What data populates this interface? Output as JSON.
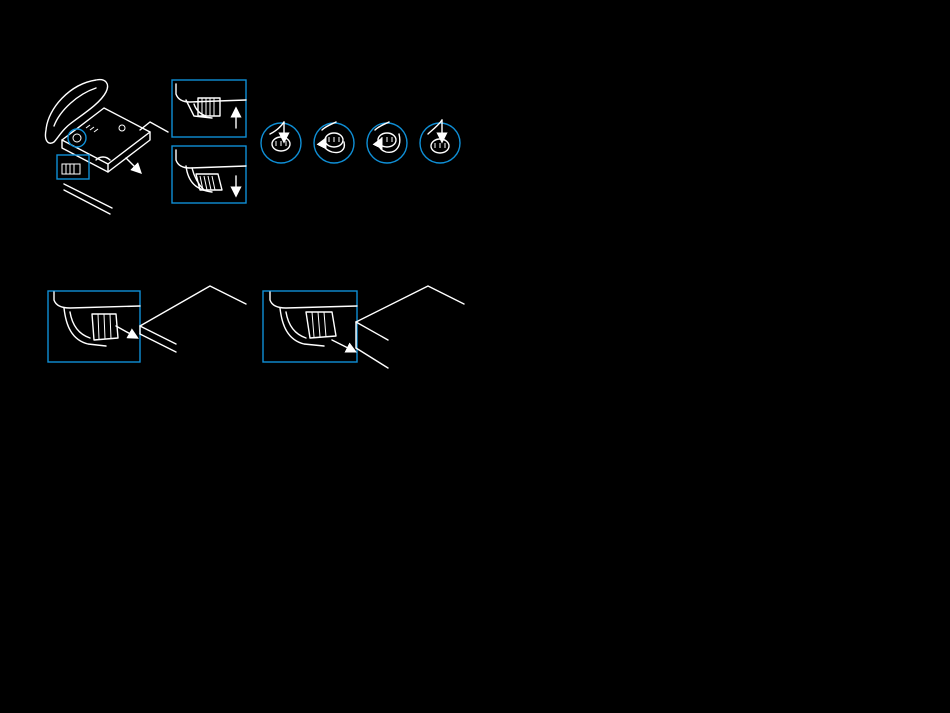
{
  "colors": {
    "background": "#000000",
    "linework": "#ffffff",
    "highlight": "#0f8fd6"
  },
  "figures": {
    "overview": {
      "icon": "steering-wheel-clamp-overview"
    },
    "clamp_up": {
      "icon": "clamp-lever-up",
      "arrow": "up"
    },
    "clamp_down": {
      "icon": "clamp-lever-down",
      "arrow": "down"
    },
    "knob_steps": [
      {
        "icon": "knob-push-down"
      },
      {
        "icon": "knob-rotate-clockwise"
      },
      {
        "icon": "knob-rotate-counterclockwise"
      },
      {
        "icon": "knob-release"
      }
    ],
    "clamp_table_edge": {
      "icon": "clamp-attach-table-edge"
    },
    "clamp_table_thick": {
      "icon": "clamp-attach-table-thick"
    }
  }
}
